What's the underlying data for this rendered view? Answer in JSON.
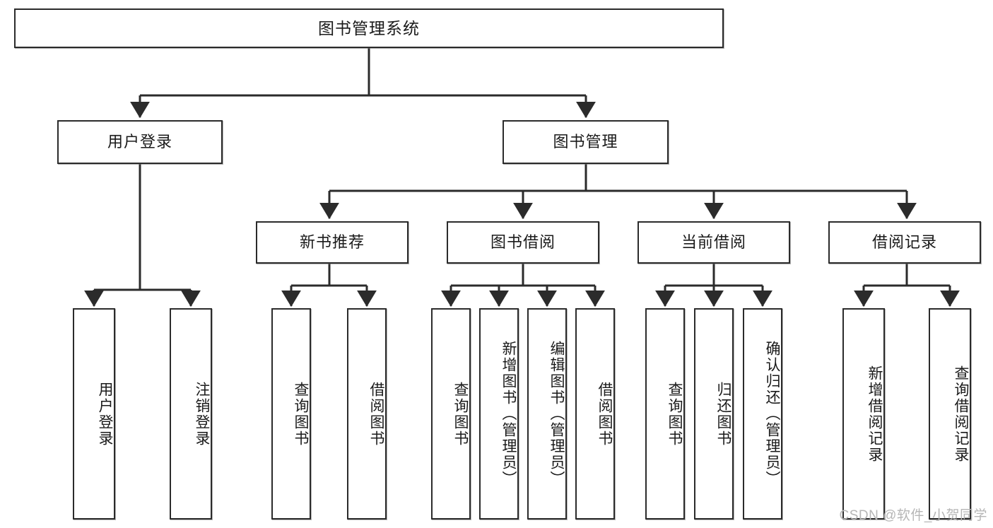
{
  "diagram": {
    "title": "图书管理系统",
    "type": "tree",
    "watermark": "CSDN @软件_小贺同学",
    "line_color": "#2b2b2b",
    "box_fill": "#ffffff",
    "text_color": "#1a1a1a"
  },
  "nodes": {
    "root": {
      "label": "图书管理系统"
    },
    "level1": [
      {
        "id": "user-login",
        "label": "用户登录"
      },
      {
        "id": "book-management",
        "label": "图书管理"
      }
    ],
    "level2": [
      {
        "id": "new-book-recommend",
        "label": "新书推荐"
      },
      {
        "id": "book-borrow",
        "label": "图书借阅"
      },
      {
        "id": "current-borrow",
        "label": "当前借阅"
      },
      {
        "id": "borrow-record",
        "label": "借阅记录"
      }
    ],
    "leaves": {
      "user_login": [
        {
          "id": "leaf-user-login",
          "label": "用户登录"
        },
        {
          "id": "leaf-user-logout",
          "label": "注销登录"
        }
      ],
      "new_book_recommend": [
        {
          "id": "leaf-query-book-1",
          "label": "查询图书"
        },
        {
          "id": "leaf-borrow-book-1",
          "label": "借阅图书"
        }
      ],
      "book_borrow": [
        {
          "id": "leaf-query-book-2",
          "label": "查询图书"
        },
        {
          "id": "leaf-add-book",
          "label": "新增图书（管理员）"
        },
        {
          "id": "leaf-edit-book",
          "label": "编辑图书（管理员）"
        },
        {
          "id": "leaf-borrow-book-2",
          "label": "借阅图书"
        }
      ],
      "current_borrow": [
        {
          "id": "leaf-query-book-3",
          "label": "查询图书"
        },
        {
          "id": "leaf-return-book",
          "label": "归还图书"
        },
        {
          "id": "leaf-confirm-return",
          "label": "确认归还（管理员）"
        }
      ],
      "borrow_record": [
        {
          "id": "leaf-add-record",
          "label": "新增借阅记录"
        },
        {
          "id": "leaf-query-record",
          "label": "查询借阅记录"
        }
      ]
    }
  }
}
